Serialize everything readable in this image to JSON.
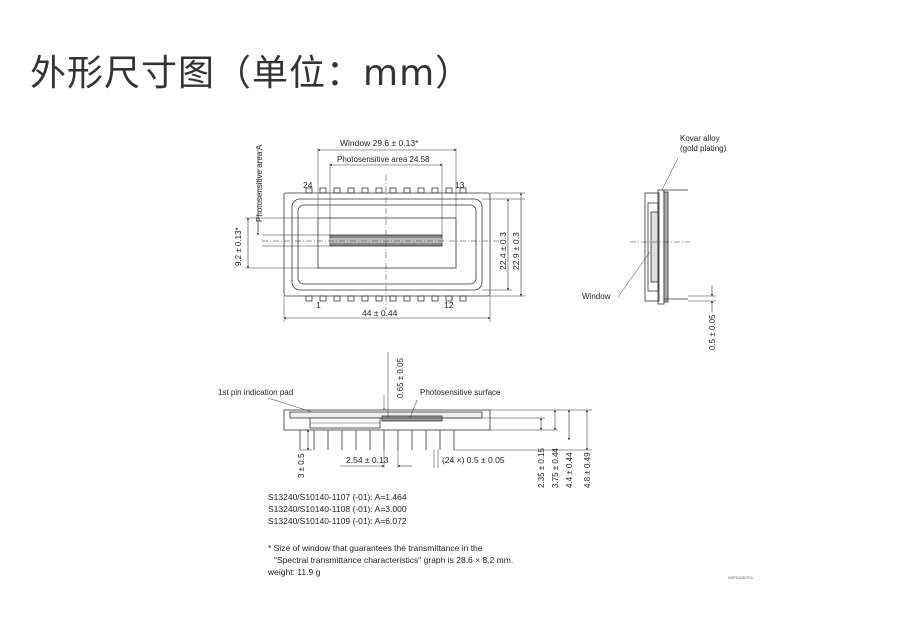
{
  "page": {
    "title": "外形尺寸图（单位：mm）"
  },
  "top_view": {
    "window_label": "Window 29.6 ± 0.13*",
    "photosensitive_area_label": "Photosensitive area 24.58",
    "photosensitive_area_a_label": "Photosensitive area A",
    "height_label": "9.2 ± 0.13*",
    "inner_height_label": "22.4 ± 0.3",
    "outer_height_label": "22.9 ± 0.3",
    "width_label": "44 ± 0.44",
    "pin_24": "24",
    "pin_13": "13",
    "pin_1": "1",
    "pin_12": "12"
  },
  "side_view": {
    "kovar_label_line1": "Kovar alloy",
    "kovar_label_line2": "(gold plating)",
    "window_label": "Window",
    "thickness_label": "0.5 ± 0.05"
  },
  "bottom_view": {
    "pin1_pad_label": "1st pin indication pad",
    "surface_label": "Photosensitive surface",
    "surface_height_label": "0.65 ± 0.05",
    "pin_length_label": "3 ± 0.5",
    "pin_pitch_label": "2.54 ± 0.13",
    "pin_width_label": "(24 ×) 0.5 ± 0.05",
    "dim_1": "2.35 ± 0.15",
    "dim_2": "3.75 ± 0.44",
    "dim_3": "4.4 ± 0.44",
    "dim_4": "4.8 ± 0.49"
  },
  "models": [
    "S13240/S10140-1107 (-01): A=1.464",
    "S13240/S10140-1108 (-01): A=3.000",
    "S13240/S10140-1109 (-01): A=6.072"
  ],
  "notes": {
    "line1": "* Size of window that guarantees the transmittance in the",
    "line2": "\"Spectral transmittance characteristics\" graph is 28.6 × 8.2 mm.",
    "weight": "weight: 11.9 g"
  },
  "drawing_code": "KMPDA0507EA"
}
